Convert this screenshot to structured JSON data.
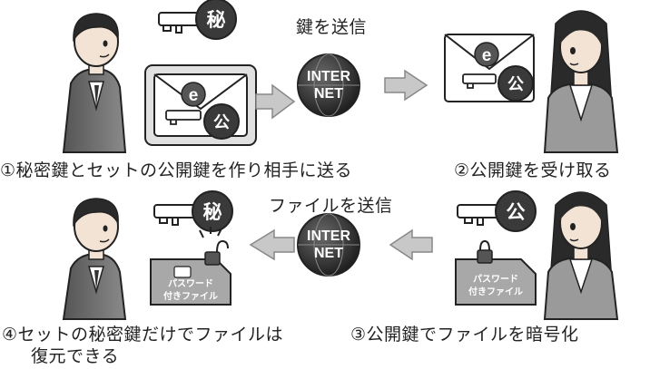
{
  "labels": {
    "send_key": "鍵を送信",
    "send_file": "ファイルを送信",
    "step1": "①秘密鍵とセットの公開鍵を作り相手に送る",
    "step2": "②公開鍵を受け取る",
    "step3": "③公開鍵でファイルを暗号化",
    "step4_line1": "④セットの秘密鍵だけでファイルは",
    "step4_line2": "復元できる"
  },
  "icons": {
    "internet_line1": "INTER",
    "internet_line2": "NET",
    "secret_key_char": "秘",
    "public_key_char": "公",
    "email_char": "e",
    "file_line1": "パスワード",
    "file_line2": "付きファイル"
  }
}
